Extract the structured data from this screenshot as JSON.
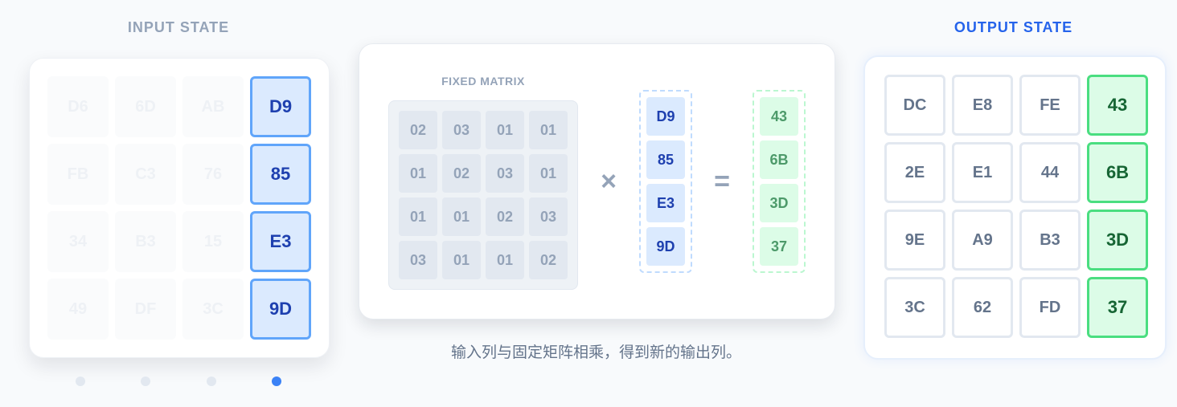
{
  "input_title": "INPUT STATE",
  "output_title": "OUTPUT STATE",
  "input_state": [
    [
      "D6",
      "6D",
      "AB",
      "D9"
    ],
    [
      "FB",
      "C3",
      "76",
      "85"
    ],
    [
      "34",
      "B3",
      "15",
      "E3"
    ],
    [
      "49",
      "DF",
      "3C",
      "9D"
    ]
  ],
  "output_state": [
    [
      "DC",
      "E8",
      "FE",
      "43"
    ],
    [
      "2E",
      "E1",
      "44",
      "6B"
    ],
    [
      "9E",
      "A9",
      "B3",
      "3D"
    ],
    [
      "3C",
      "62",
      "FD",
      "37"
    ]
  ],
  "matrix": {
    "label": "FIXED MATRIX",
    "rows": [
      [
        "02",
        "03",
        "01",
        "01"
      ],
      [
        "01",
        "02",
        "03",
        "01"
      ],
      [
        "01",
        "01",
        "02",
        "03"
      ],
      [
        "03",
        "01",
        "01",
        "02"
      ]
    ],
    "times_symbol": "×",
    "equals_symbol": "=",
    "input_column": [
      "D9",
      "85",
      "E3",
      "9D"
    ],
    "output_column": [
      "43",
      "6B",
      "3D",
      "37"
    ]
  },
  "caption": "输入列与固定矩阵相乘，得到新的输出列。",
  "active_column": 3,
  "steps": {
    "count": 4,
    "current": 4
  },
  "colors": {
    "accent_blue": "#3b82f6",
    "active_fill": "#dbeafe",
    "result_green": "#4ade80",
    "result_fill": "#dcfce7"
  }
}
